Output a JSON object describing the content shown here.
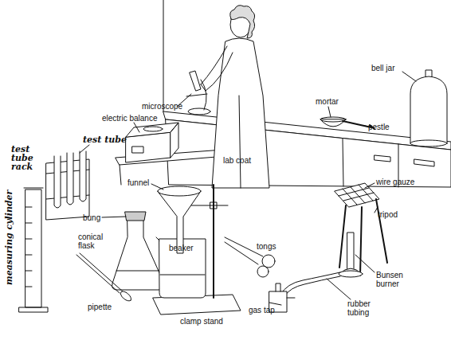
{
  "diagram": {
    "labels": [
      "microscope",
      "bell jar",
      "mortar",
      "pestle",
      "electric balance",
      "lab coat",
      "test tube",
      "test tube rack",
      "funnel",
      "wire gauze",
      "tripod",
      "measuring cylinder",
      "bung",
      "conical flask",
      "beaker",
      "tongs",
      "Bunsen burner",
      "pipette",
      "rubber tubing",
      "gas tap",
      "clamp stand"
    ]
  }
}
